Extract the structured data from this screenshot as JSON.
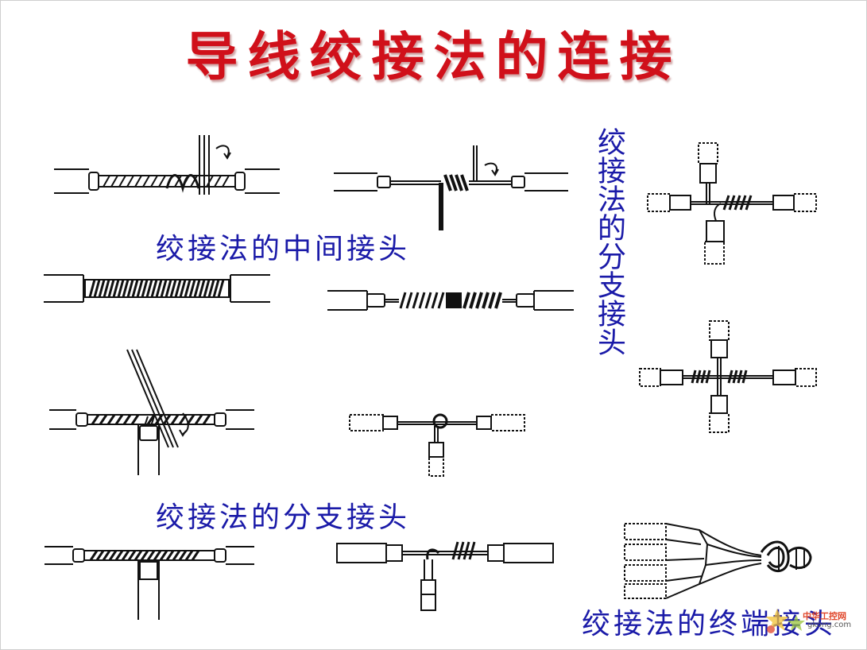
{
  "title": "导线绞接法的连接",
  "labels": {
    "middle_joint": "绞接法的中间接头",
    "branch_joint": "绞接法的分支接头",
    "branch_joint_vertical": "绞接法的分支接头",
    "terminal_joint": "绞接法的终端接头"
  },
  "watermark": {
    "brand": "中华工控网",
    "url": "gkong.com"
  },
  "colors": {
    "title": "#d0101a",
    "label": "#1a1aa8",
    "line": "#111111"
  }
}
